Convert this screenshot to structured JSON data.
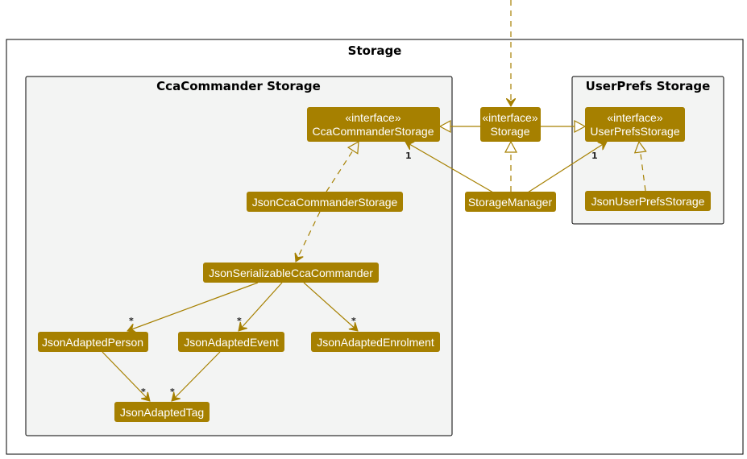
{
  "colors": {
    "class_fill": "#a68000",
    "class_text": "#ffffff",
    "edge": "#a68000",
    "package_fill": "#f3f4f3",
    "outer_fill": "#ffffff",
    "border": "#000000"
  },
  "packages": {
    "storage": {
      "title": "Storage"
    },
    "cca": {
      "title": "CcaCommander Storage"
    },
    "userprefs": {
      "title": "UserPrefs Storage"
    }
  },
  "classes": {
    "ccaCommanderStorage": {
      "stereotype": "«interface»",
      "name": "CcaCommanderStorage"
    },
    "storage": {
      "stereotype": "«interface»",
      "name": "Storage"
    },
    "userPrefsStorage": {
      "stereotype": "«interface»",
      "name": "UserPrefsStorage"
    },
    "jsonCcaCommanderStorage": {
      "name": "JsonCcaCommanderStorage"
    },
    "storageManager": {
      "name": "StorageManager"
    },
    "jsonUserPrefsStorage": {
      "name": "JsonUserPrefsStorage"
    },
    "jsonSerializableCcaCommander": {
      "name": "JsonSerializableCcaCommander"
    },
    "jsonAdaptedPerson": {
      "name": "JsonAdaptedPerson"
    },
    "jsonAdaptedEvent": {
      "name": "JsonAdaptedEvent"
    },
    "jsonAdaptedEnrolment": {
      "name": "JsonAdaptedEnrolment"
    },
    "jsonAdaptedTag": {
      "name": "JsonAdaptedTag"
    }
  },
  "relations": [
    {
      "from": "external",
      "to": "storage",
      "type": "dependency"
    },
    {
      "from": "storage",
      "to": "ccaCommanderStorage",
      "type": "generalization"
    },
    {
      "from": "storage",
      "to": "userPrefsStorage",
      "type": "generalization"
    },
    {
      "from": "storageManager",
      "to": "storage",
      "type": "realization"
    },
    {
      "from": "storageManager",
      "to": "ccaCommanderStorage",
      "type": "association",
      "multiplicity": "1"
    },
    {
      "from": "storageManager",
      "to": "userPrefsStorage",
      "type": "association",
      "multiplicity": "1"
    },
    {
      "from": "jsonCcaCommanderStorage",
      "to": "ccaCommanderStorage",
      "type": "realization"
    },
    {
      "from": "jsonUserPrefsStorage",
      "to": "userPrefsStorage",
      "type": "realization"
    },
    {
      "from": "jsonCcaCommanderStorage",
      "to": "jsonSerializableCcaCommander",
      "type": "dependency"
    },
    {
      "from": "jsonSerializableCcaCommander",
      "to": "jsonAdaptedPerson",
      "type": "association",
      "multiplicity": "*"
    },
    {
      "from": "jsonSerializableCcaCommander",
      "to": "jsonAdaptedEvent",
      "type": "association",
      "multiplicity": "*"
    },
    {
      "from": "jsonSerializableCcaCommander",
      "to": "jsonAdaptedEnrolment",
      "type": "association",
      "multiplicity": "*"
    },
    {
      "from": "jsonAdaptedPerson",
      "to": "jsonAdaptedTag",
      "type": "association",
      "multiplicity": "*"
    },
    {
      "from": "jsonAdaptedEvent",
      "to": "jsonAdaptedTag",
      "type": "association",
      "multiplicity": "*"
    }
  ]
}
